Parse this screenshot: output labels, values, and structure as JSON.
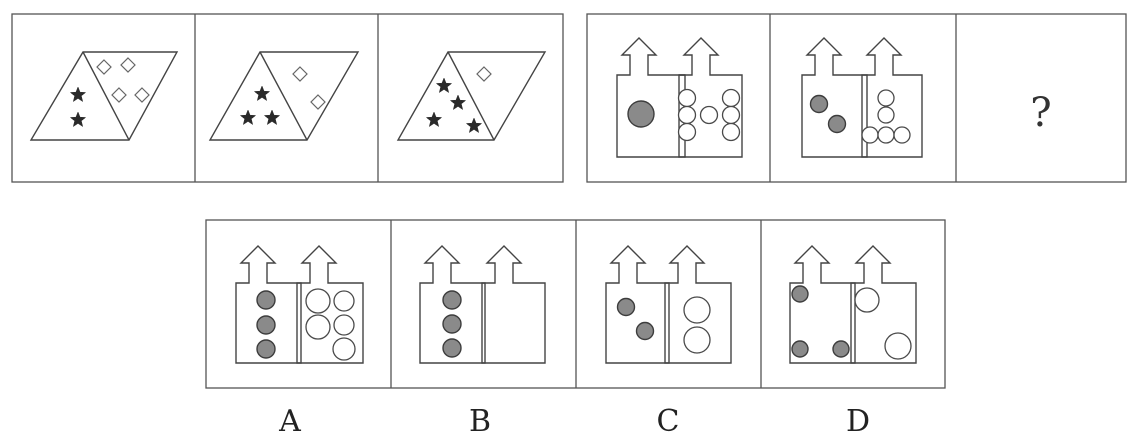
{
  "question": {
    "placeholder": "?"
  },
  "options": [
    {
      "label": "A"
    },
    {
      "label": "B"
    },
    {
      "label": "C"
    },
    {
      "label": "D"
    }
  ],
  "colors": {
    "frame": "#555555",
    "star": "#2a2a2a",
    "filled_circle": "#8a8a8a"
  }
}
